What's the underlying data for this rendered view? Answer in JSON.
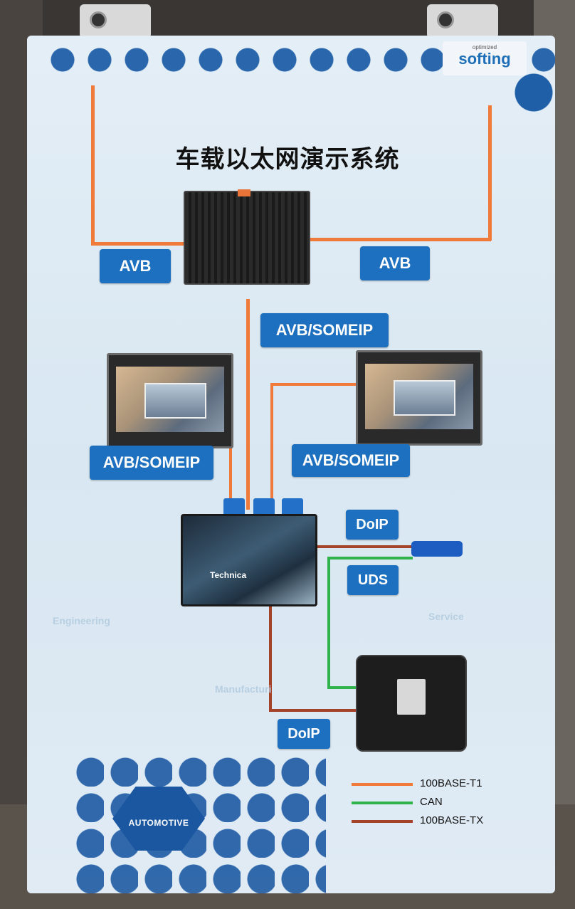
{
  "title": "车载以太网演示系统",
  "brand": {
    "tagline": "optimized",
    "name": "softing"
  },
  "labels": {
    "avb_left": "AVB",
    "avb_right": "AVB",
    "avb_someip_center": "AVB/SOMEIP",
    "avb_someip_left": "AVB/SOMEIP",
    "avb_someip_right": "AVB/SOMEIP",
    "doip_top": "DoIP",
    "uds": "UDS",
    "doip_bottom": "DoIP"
  },
  "device_text": {
    "gateway_brand": "Technica"
  },
  "poster_text": {
    "engineering": "Engineering",
    "service": "Service",
    "manufacturing": "Manufacturi",
    "automotive": "AUTOMOTIVE"
  },
  "legend": [
    {
      "label": "100BASE-T1",
      "color": "#f07a3a"
    },
    {
      "label": "CAN",
      "color": "#2fb34a"
    },
    {
      "label": "100BASE-TX",
      "color": "#a5432a"
    }
  ],
  "colors": {
    "label_blue": "#1d6fc0",
    "poster_blue": "#1f5fa8"
  }
}
